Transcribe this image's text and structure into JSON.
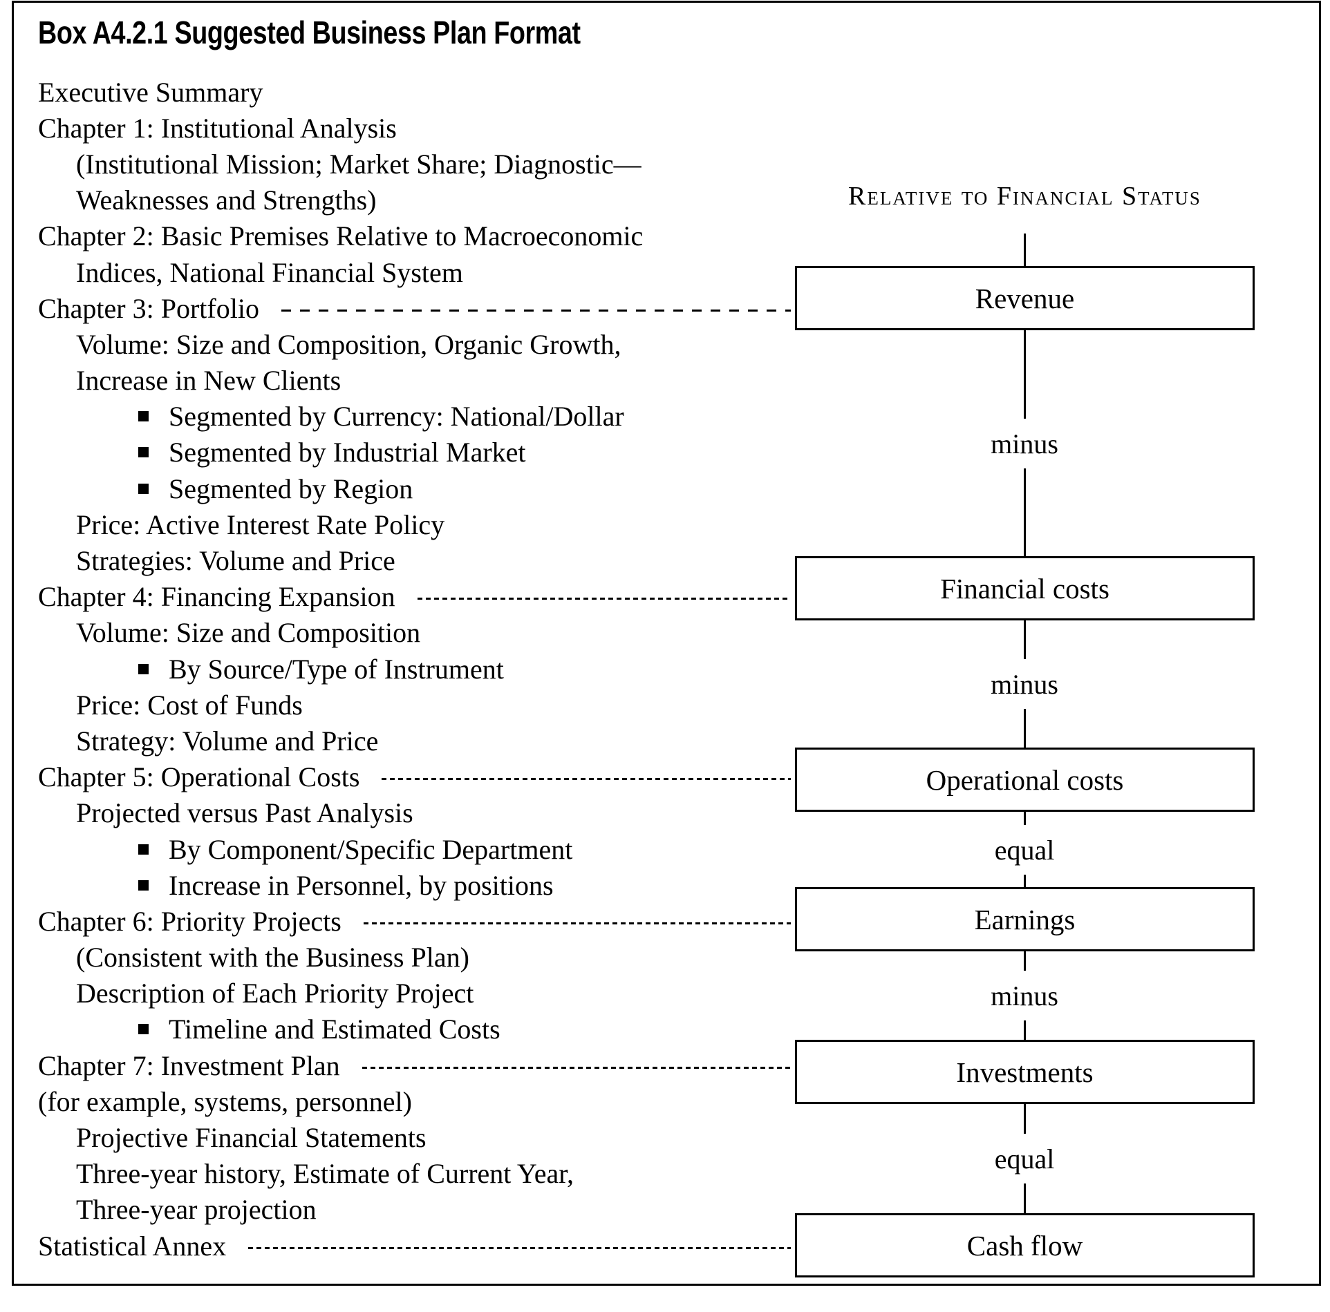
{
  "box_title": "Box A4.2.1  Suggested Business Plan Format",
  "outline": [
    {
      "text": "Executive Summary",
      "indent": 0
    },
    {
      "text": "Chapter 1: Institutional Analysis",
      "indent": 0
    },
    {
      "text": "(Institutional Mission; Market Share; Diagnostic—",
      "indent": 1
    },
    {
      "text": "Weaknesses and Strengths)",
      "indent": 1
    },
    {
      "text": "Chapter 2: Basic Premises Relative to Macroeconomic",
      "indent": 0
    },
    {
      "text": "Indices, National Financial System",
      "indent": 1
    },
    {
      "text": "Chapter 3: Portfolio",
      "indent": 0,
      "connector": "dashed",
      "connects_to": "Revenue"
    },
    {
      "text": "Volume: Size and Composition, Organic Growth,",
      "indent": 1
    },
    {
      "text": "Increase in New Clients",
      "indent": 1
    },
    {
      "text": "Segmented by Currency: National/Dollar",
      "indent": 2,
      "bullet": true
    },
    {
      "text": "Segmented by Industrial Market",
      "indent": 2,
      "bullet": true
    },
    {
      "text": "Segmented by Region",
      "indent": 2,
      "bullet": true
    },
    {
      "text": "Price: Active Interest Rate Policy",
      "indent": 1
    },
    {
      "text": "Strategies: Volume and Price",
      "indent": 1
    },
    {
      "text": "Chapter 4: Financing Expansion",
      "indent": 0,
      "connector": "dotted",
      "connects_to": "Financial costs"
    },
    {
      "text": "Volume: Size and Composition",
      "indent": 1
    },
    {
      "text": "By Source/Type of Instrument",
      "indent": 2,
      "bullet": true
    },
    {
      "text": "Price: Cost of Funds",
      "indent": 1
    },
    {
      "text": "Strategy: Volume and Price",
      "indent": 1
    },
    {
      "text": "Chapter 5: Operational Costs",
      "indent": 0,
      "connector": "dotted",
      "connects_to": "Operational costs"
    },
    {
      "text": "Projected versus Past Analysis",
      "indent": 1
    },
    {
      "text": "By Component/Specific Department",
      "indent": 2,
      "bullet": true
    },
    {
      "text": "Increase in Personnel, by positions",
      "indent": 2,
      "bullet": true
    },
    {
      "text": "Chapter 6: Priority Projects",
      "indent": 0,
      "connector": "dotted",
      "connects_to": "Earnings"
    },
    {
      "text": "(Consistent with the Business Plan)",
      "indent": 1
    },
    {
      "text": "Description of Each Priority Project",
      "indent": 1
    },
    {
      "text": "Timeline and Estimated Costs",
      "indent": 2,
      "bullet": true
    },
    {
      "text": "Chapter 7: Investment Plan",
      "indent": 0,
      "connector": "dotted",
      "connects_to": "Investments"
    },
    {
      "text": "(for example, systems, personnel)",
      "indent": 0
    },
    {
      "text": "Projective Financial Statements",
      "indent": 1
    },
    {
      "text": "Three-year history, Estimate of Current Year,",
      "indent": 1
    },
    {
      "text": "Three-year projection",
      "indent": 1
    },
    {
      "text": "Statistical Annex",
      "indent": 0,
      "connector": "dotted",
      "connects_to": "Cash flow"
    }
  ],
  "diagram": {
    "title": "Relative to Financial Status",
    "nodes": [
      "Revenue",
      "Financial costs",
      "Operational costs",
      "Earnings",
      "Investments",
      "Cash flow"
    ],
    "operators": [
      "minus",
      "minus",
      "equal",
      "minus",
      "equal"
    ]
  },
  "colors": {
    "ink": "#000000",
    "paper": "#ffffff"
  }
}
